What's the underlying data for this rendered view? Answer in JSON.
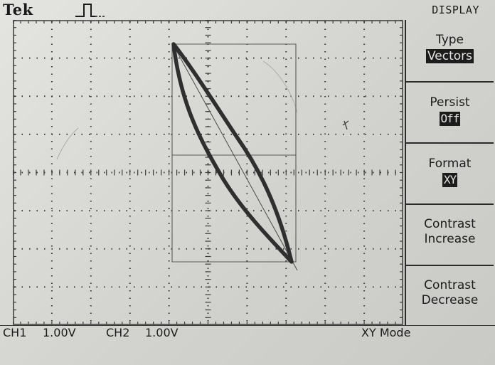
{
  "header": {
    "brand": "Tek",
    "trigger_icon": "pulse-trigger-icon",
    "menu_title": "DISPLAY"
  },
  "menu": {
    "items": [
      {
        "label": "Type",
        "value": "Vectors"
      },
      {
        "label": "Persist",
        "value": "Off"
      },
      {
        "label": "Format",
        "value": "XY"
      },
      {
        "label": "Contrast",
        "label2": "Increase"
      },
      {
        "label": "Contrast",
        "label2": "Decrease"
      }
    ]
  },
  "status": {
    "ch1_label": "CH1",
    "ch1_scale": "1.00V",
    "ch2_label": "CH2",
    "ch2_scale": "1.00V",
    "mode": "XY Mode"
  },
  "colors": {
    "trace": "#2f2f2f",
    "grid": "#3a3a3a",
    "background": "#dcdcd8"
  }
}
